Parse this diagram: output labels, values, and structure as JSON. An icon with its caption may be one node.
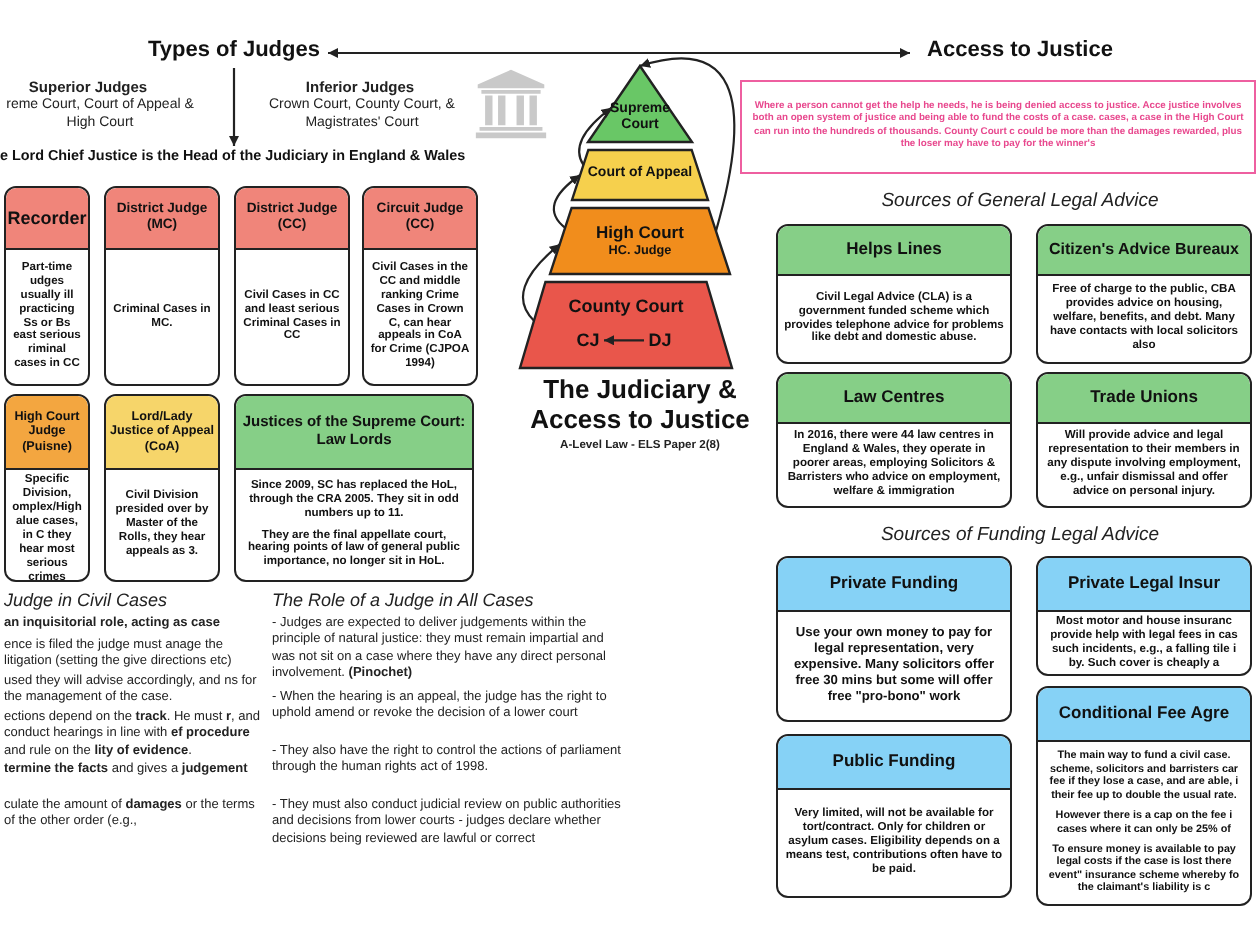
{
  "diagram": {
    "title": "The Judiciary & Access to Justice",
    "nodes": [
      {
        "text": [
          "Types of Judges"
        ]
      },
      {
        "text": [
          "Access to Justice"
        ]
      },
      {
        "text": [
          "e Lord Chief Justice is the Head of the Judiciary in England & Wales"
        ]
      },
      {
        "text": [
          "Supreme Court"
        ]
      },
      {
        "text": [
          "Court of Appeal"
        ]
      },
      {
        "text": [
          "High Court",
          "HC. Judge"
        ]
      },
      {
        "text": [
          "County Court"
        ]
      },
      {
        "text": [
          "CJ"
        ],
        "in": 6
      },
      {
        "text": [
          "DJ"
        ],
        "in": 6
      },
      {
        "text": [
          "Recorder",
          "Part-time udges usually ill practicing Ss or Bs east serious riminal cases in CC"
        ]
      },
      {
        "text": [
          "District Judge (MC)",
          "Criminal Cases in MC."
        ]
      },
      {
        "text": [
          "District Judge (CC)",
          "Civil Cases in CC and least serious Criminal Cases in CC"
        ]
      },
      {
        "text": [
          "Circuit Judge (CC)",
          "Civil Cases in the CC and middle ranking Crime Cases in Crown C, can hear appeals in CoA for Crime (CJPOA 1994)"
        ]
      },
      {
        "text": [
          "High Court Judge (Puisne)",
          "Specific Division, omplex/High alue cases, in C they hear most serious crimes"
        ]
      },
      {
        "text": [
          "Lord/Lady Justice of Appeal (CoA)",
          "Civil Division presided over by Master of the Rolls, they hear appeals as 3."
        ]
      },
      {
        "text": [
          "Justices of the Supreme Court: Law Lords",
          "Since 2009, SC has replaced the HoL, through the CRA 2005. They sit in odd numbers up to 11.",
          "They are the final appellate court, hearing points of law of general public importance, no longer sit in HoL."
        ]
      },
      {
        "text": [
          "Where a person cannot get the help he needs, he is being denied access to justice. Acce justice involves both an open system of justice and being able to fund the costs of a case. cases, a case in the High Court can run into the hundreds of thousands. County Court c could be more than the damages rewarded, plus the loser may have to pay for the winner's"
        ]
      },
      {
        "text": [
          "Helps Lines",
          "Civil Legal Advice (CLA) is a government funded scheme which provides telephone advice for problems like debt and domestic abuse."
        ]
      },
      {
        "text": [
          "Citizen's Advice Bureaux",
          "Free of charge to the public, CBA provides advice on housing, welfare, benefits, and debt. Many have contacts with local solicitors also"
        ]
      },
      {
        "text": [
          "Law Centres",
          "In 2016, there were 44 law centres in England & Wales, they operate in poorer areas, employing Solicitors & Barristers who advice on employment, welfare & immigration"
        ]
      },
      {
        "text": [
          "Trade Unions",
          "Will provide advice and legal representation to their members in any dispute involving employment, e.g., unfair dismissal and offer advice on personal injury."
        ]
      },
      {
        "text": [
          "Private Funding",
          "Use your own money to pay for legal representation, very expensive. Many solicitors offer free 30 mins but some will offer free \"pro-bono\" work"
        ]
      },
      {
        "text": [
          "Private Legal Insur",
          "Most motor and house insuranc provide help with legal fees in cas such incidents, e.g., a falling tile i by. Such cover is cheaply a"
        ]
      },
      {
        "text": [
          "Public Funding",
          "Very limited, will not be available for tort/contract. Only for children or asylum cases. Eligibility depends on a means test, contributions often have to be paid."
        ]
      },
      {
        "text": [
          "Conditional Fee Agre",
          "The main way to fund a civil case. scheme, solicitors and barristers car fee if they lose a case, and are able, i their fee up to double the usual rate.",
          "However there is a cap on the fee i cases where it can only be 25% of",
          "To ensure money is available to pay legal costs if the case is lost there event\" insurance scheme whereby fo the claimant's liability is c"
        ]
      }
    ],
    "edges": [
      {
        "from": 0,
        "to": 1,
        "arrow": "both"
      },
      {
        "from": 0,
        "to": 2,
        "arrow": "to"
      },
      {
        "from": 6,
        "to": 5,
        "arrow": "to"
      },
      {
        "from": 5,
        "to": 4,
        "arrow": "to"
      },
      {
        "from": 4,
        "to": 3,
        "arrow": "to"
      },
      {
        "from": 5,
        "to": 3,
        "arrow": "to"
      },
      {
        "from": 8,
        "to": 7,
        "arrow": "to"
      }
    ],
    "labels": [
      "Superior Judges",
      "reme Court, Court of Appeal & High Court",
      "Inferior Judges",
      "Crown Court, County Court, & Magistrates' Court",
      "A-Level Law - ELS Paper 2(8)",
      "Sources of General Legal Advice",
      "Sources of Funding Legal Advice",
      "Judge in Civil Cases",
      "The Role of a Judge in All Cases",
      "an inquisitorial role, acting as case",
      "ence is filed the judge must anage the litigation (setting the give directions etc)",
      "used they will advise accordingly, and ns for the management of the case.",
      "ections depend on the **track**. He must **r**, and conduct hearings in line with **ef procedure** and rule on the **lity of evidence**.",
      "**termine the facts** and gives a **judgement**",
      "culate the amount of **damages** or the terms of the other order (e.g.,",
      "- Judges are expected to deliver judgements within the principle of natural justice: they must remain impartial and was not sit on a case where they have any direct personal involvement. **(Pinochet)**",
      "- When the hearing is an appeal, the judge has the right to uphold amend or revoke the decision of a lower court",
      "- They also have the right to control the actions of parliament through the human rights act of 1998.",
      "- They must also conduct judicial review on public authorities and decisions from lower courts - judges declare whether decisions being reviewed are lawful or correct"
    ]
  }
}
